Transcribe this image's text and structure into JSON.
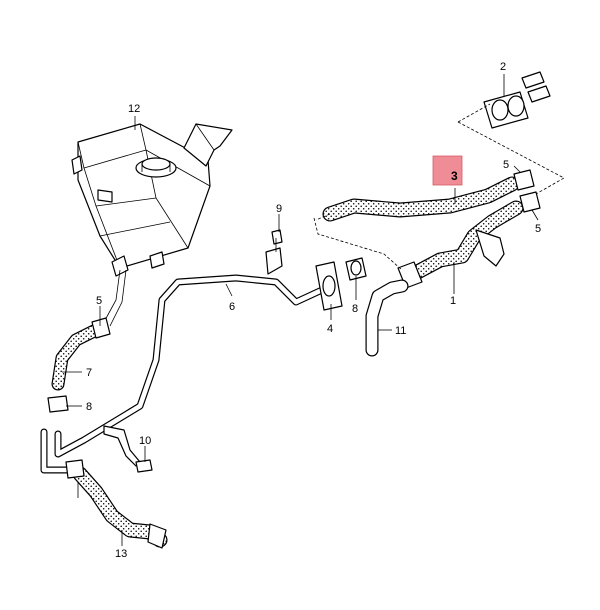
{
  "callouts": {
    "c1": "1",
    "c2": "2",
    "c3": "3",
    "c4": "4",
    "c5_top": "5",
    "c5_right": "5",
    "c5_left": "5",
    "c6": "6",
    "c7": "7",
    "c8_left": "8",
    "c8_mid": "8",
    "c9": "9",
    "c10": "10",
    "c11": "11",
    "c12": "12",
    "c13": "13"
  },
  "highlight": {
    "part": "3",
    "color": "#f08c95"
  }
}
